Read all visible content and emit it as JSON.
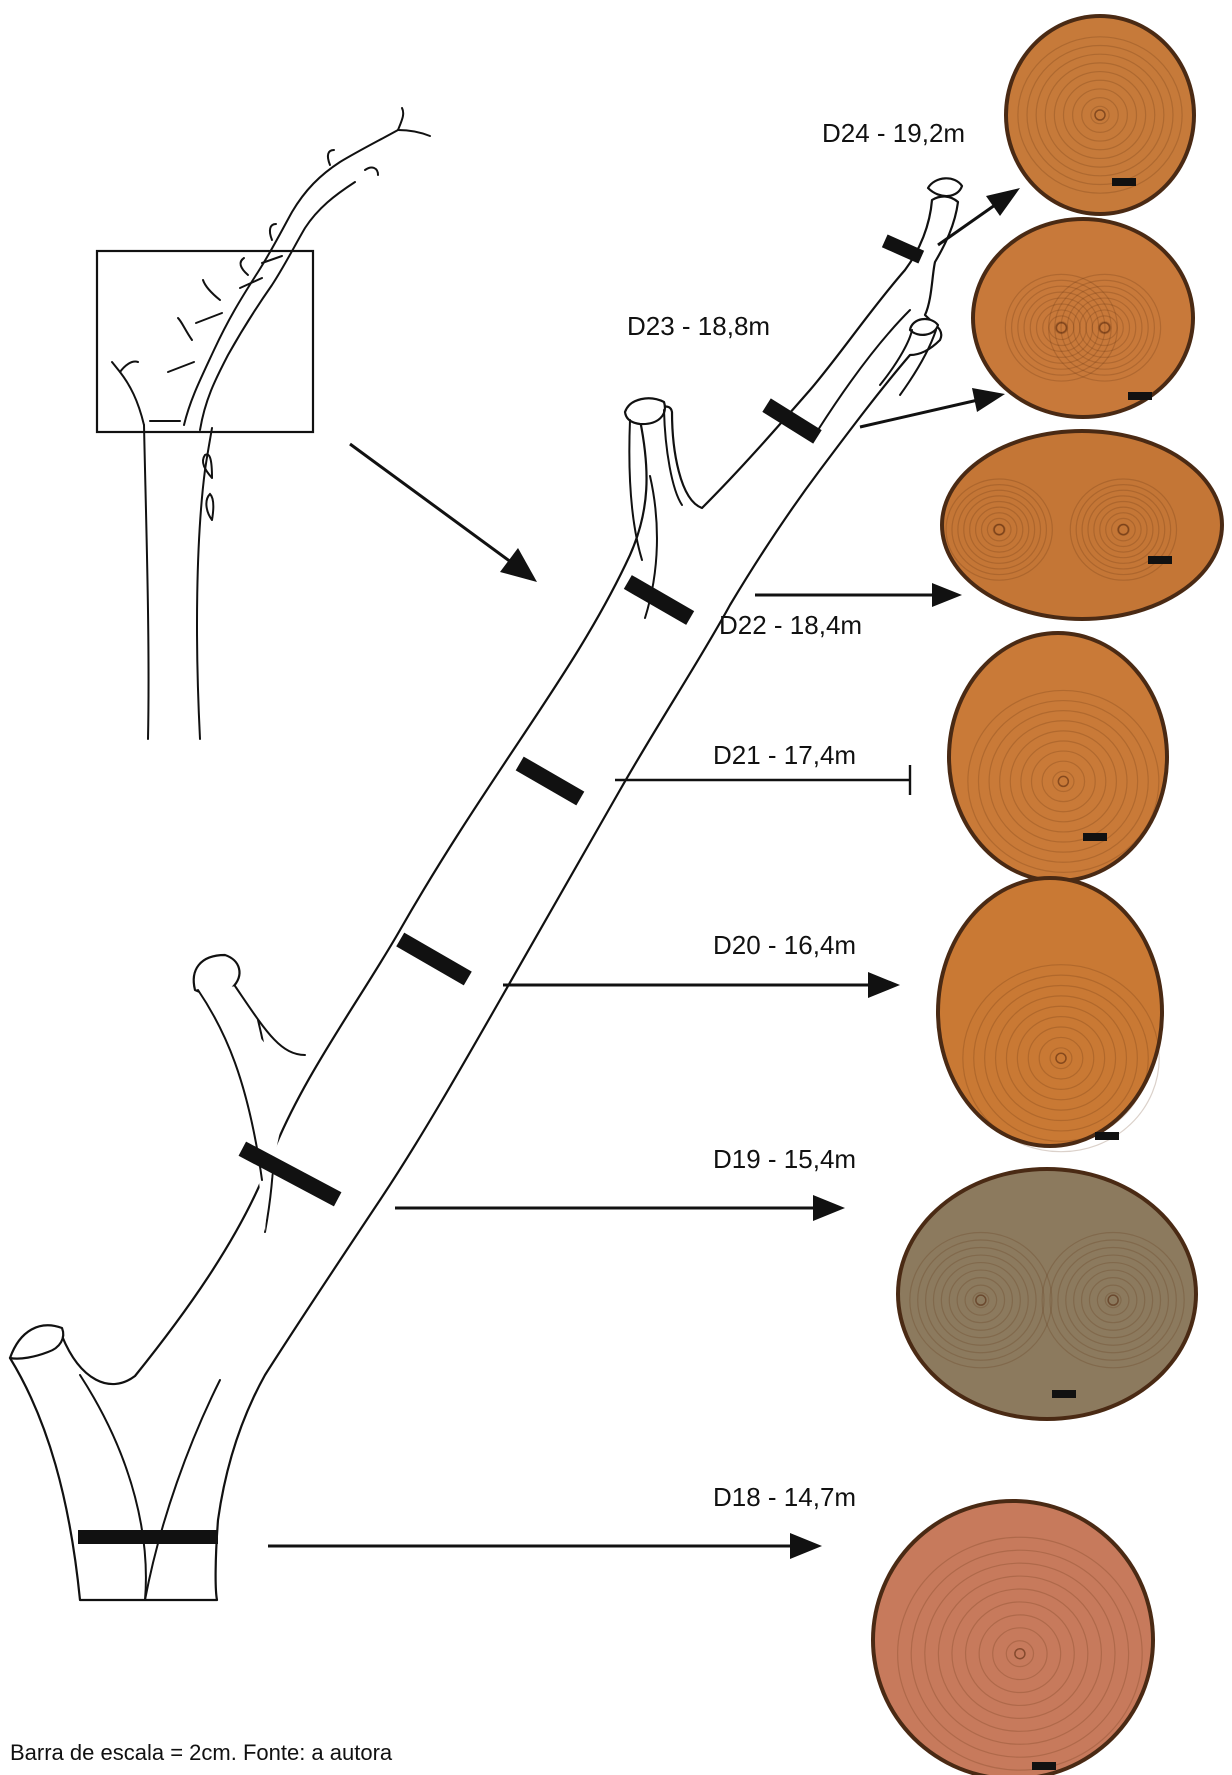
{
  "samples": [
    {
      "id": "D24",
      "label": "D24 - 19,2m",
      "color": "#c67a3a",
      "pith": [
        [
          0,
          0
        ]
      ]
    },
    {
      "id": "D23",
      "label": "D23 - 18,8m",
      "color": "#c8793a",
      "pith": [
        [
          -0.2,
          0.1
        ],
        [
          0.2,
          0.1
        ]
      ]
    },
    {
      "id": "D22",
      "label": "D22 - 18,4m",
      "color": "#c47636",
      "pith": [
        [
          -0.6,
          0.05
        ],
        [
          0.3,
          0.05
        ]
      ]
    },
    {
      "id": "D21",
      "label": "D21 - 17,4m",
      "color": "#c97a38",
      "pith": [
        [
          0.05,
          0.2
        ]
      ]
    },
    {
      "id": "D20",
      "label": "D20 - 16,4m",
      "color": "#c97934",
      "pith": [
        [
          0.1,
          0.35
        ]
      ]
    },
    {
      "id": "D19",
      "label": "D19 - 15,4m",
      "color": "#8c7a5e",
      "pith": [
        [
          -0.45,
          0.05
        ],
        [
          0.45,
          0.05
        ]
      ]
    },
    {
      "id": "D18",
      "label": "D18 - 14,7m",
      "color": "#c77a5c",
      "pith": [
        [
          0.05,
          0.1
        ]
      ]
    }
  ],
  "caption": "Barra de escala = 2cm. Fonte: a autora",
  "colors": {
    "line": "#111111",
    "band": "#111111",
    "wood_edge": "#4a2a14"
  }
}
